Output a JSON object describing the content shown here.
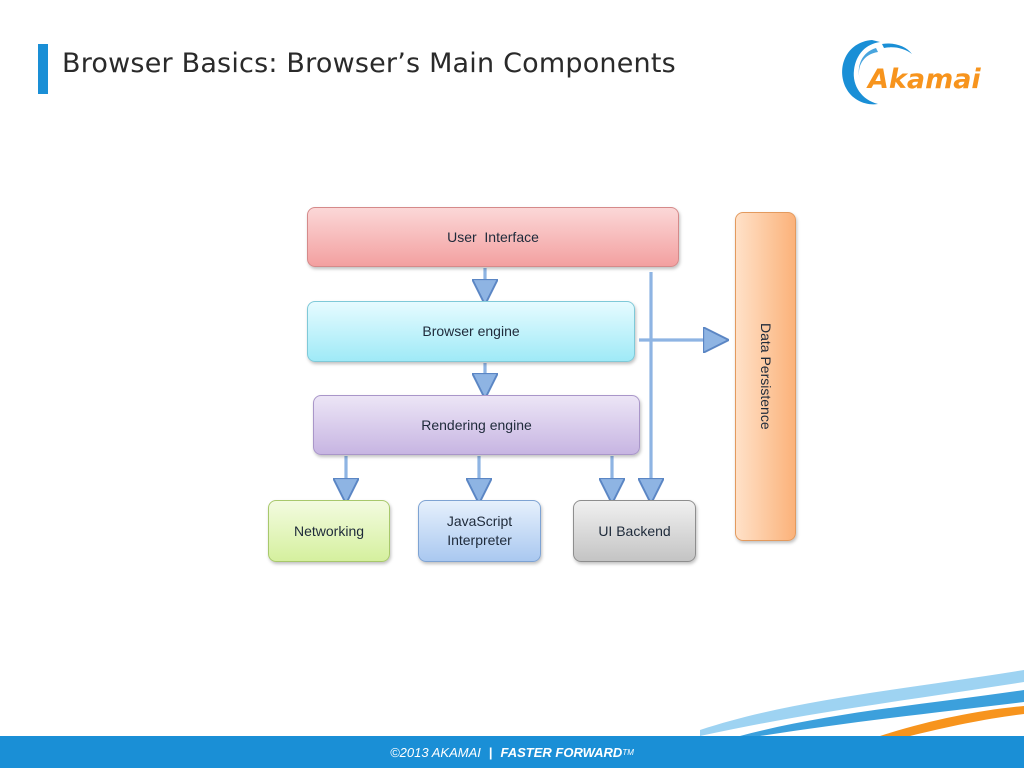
{
  "slide": {
    "title": "Browser Basics: Browser’s Main Components",
    "logo_text": "Akamai"
  },
  "diagram": {
    "nodes": {
      "user_interface": "User  Interface",
      "browser_engine": "Browser engine",
      "rendering_engine": "Rendering engine",
      "networking": "Networking",
      "javascript_interpreter_line1": "JavaScript",
      "javascript_interpreter_line2": "Interpreter",
      "ui_backend": "UI Backend",
      "data_persistence": "Data Persistence"
    },
    "edges": [
      [
        "user_interface",
        "browser_engine"
      ],
      [
        "browser_engine",
        "rendering_engine"
      ],
      [
        "rendering_engine",
        "networking"
      ],
      [
        "rendering_engine",
        "javascript_interpreter"
      ],
      [
        "rendering_engine",
        "ui_backend"
      ],
      [
        "user_interface",
        "ui_backend"
      ],
      [
        "browser_engine",
        "data_persistence"
      ]
    ]
  },
  "footer": {
    "copyright": "©2013 AKAMAI",
    "separator": "|",
    "tagline": "FASTER FORWARD",
    "trademark": "TM"
  },
  "colors": {
    "brand_blue": "#1a8fd6",
    "brand_orange": "#f7941d"
  }
}
